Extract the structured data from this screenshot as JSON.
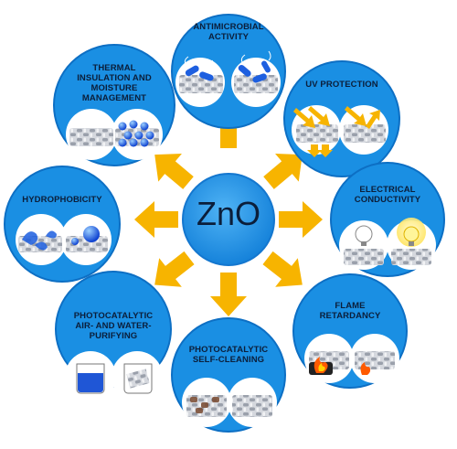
{
  "center": {
    "label": "ZnO"
  },
  "properties": [
    {
      "id": "antimicrobial",
      "label": "ANTIMICROBIAL\nACTIVITY"
    },
    {
      "id": "uv",
      "label": "UV PROTECTION"
    },
    {
      "id": "electrical",
      "label": "ELECTRICAL\nCONDUCTIVITY"
    },
    {
      "id": "flame",
      "label": "FLAME\nRETARDANCY"
    },
    {
      "id": "selfclean",
      "label": "PHOTOCATALYTIC\nSELF-CLEANING"
    },
    {
      "id": "purify",
      "label": "PHOTOCATALYTIC\nAIR- AND WATER-\nPURIFYING"
    },
    {
      "id": "hydrophobicity",
      "label": "HYDROPHOBICITY"
    },
    {
      "id": "thermal",
      "label": "THERMAL\nINSULATION AND\nMOISTURE\nMANAGEMENT"
    }
  ],
  "colors": {
    "circle": "#1a8fe3",
    "circle_border": "#0d6fc4",
    "arrow": "#f7b400",
    "text": "#0b1e3a"
  }
}
